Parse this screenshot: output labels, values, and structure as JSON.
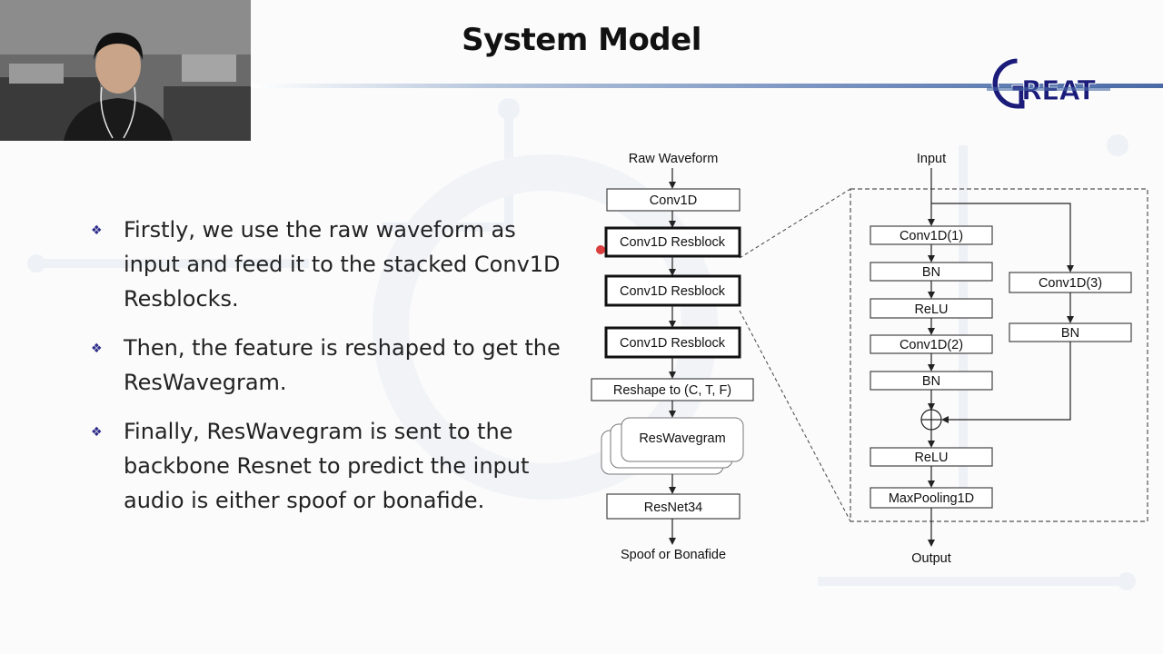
{
  "slide": {
    "title": "System Model",
    "logo_text": "GREAT",
    "bullets": [
      "Firstly, we use the raw waveform as input and feed it to the stacked Conv1D Resblocks.",
      "Then, the feature is reshaped to get the ResWavegram.",
      "Finally, ResWavegram is sent to the backbone Resnet to predict the input audio is either spoof or bonafide."
    ]
  },
  "diagram": {
    "left": {
      "input": "Raw Waveform",
      "conv": "Conv1D",
      "resblock_1": "Conv1D Resblock",
      "resblock_2": "Conv1D Resblock",
      "resblock_3": "Conv1D Resblock",
      "reshape": "Reshape to (C, T, F)",
      "reswavegram": "ResWavegram",
      "resnet": "ResNet34",
      "output": "Spoof or Bonafide"
    },
    "right": {
      "input": "Input",
      "conv1": "Conv1D(1)",
      "bn1": "BN",
      "relu1": "ReLU",
      "conv2": "Conv1D(2)",
      "bn2": "BN",
      "conv3": "Conv1D(3)",
      "bn3": "BN",
      "relu2": "ReLU",
      "pool": "MaxPooling1D",
      "output": "Output"
    }
  }
}
